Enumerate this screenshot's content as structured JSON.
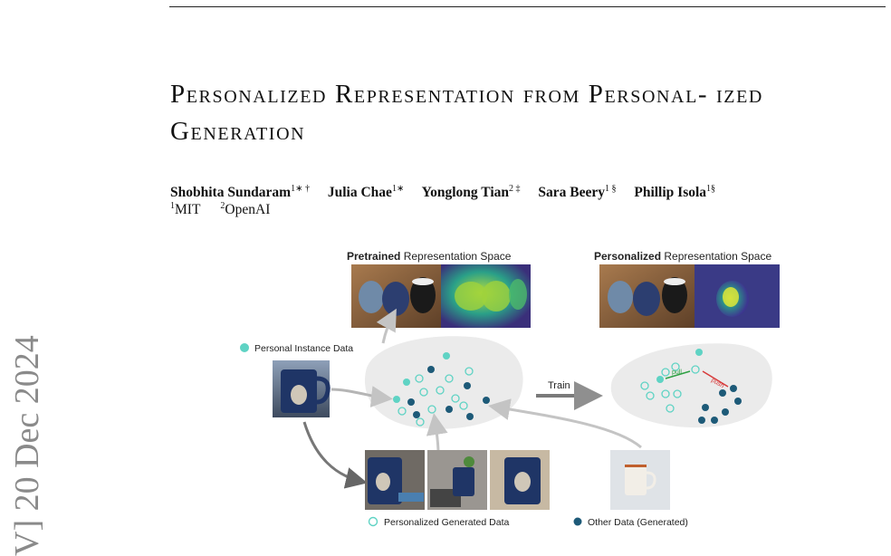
{
  "title": "Personalized Representation from Personal- ized Generation",
  "authors": [
    {
      "name": "Shobhita Sundaram",
      "sup": "1∗ †"
    },
    {
      "name": "Julia Chae",
      "sup": "1∗"
    },
    {
      "name": "Yonglong Tian",
      "sup": "2 ‡"
    },
    {
      "name": "Sara Beery",
      "sup": "1 §"
    },
    {
      "name": "Phillip Isola",
      "sup": "1§"
    }
  ],
  "affiliations": [
    {
      "sup": "1",
      "name": "MIT"
    },
    {
      "sup": "2",
      "name": "OpenAI"
    }
  ],
  "arxiv_stamp": "V] 20 Dec 2024",
  "figure": {
    "pretrained_bold": "Pretrained",
    "pretrained_rest": " Representation Space",
    "personalized_bold": "Personalized",
    "personalized_rest": " Representation Space",
    "personal_instance": "Personal Instance Data",
    "train": "Train",
    "pull": "pull",
    "push": "push",
    "legend_generated": "Personalized Generated Data",
    "legend_other": "Other Data (Generated)"
  },
  "colors": {
    "personal": "#5fd3c4",
    "generated_ring": "#5fd3c4",
    "other": "#1d5a78",
    "pull": "#2ea043",
    "push": "#d73a3a"
  }
}
